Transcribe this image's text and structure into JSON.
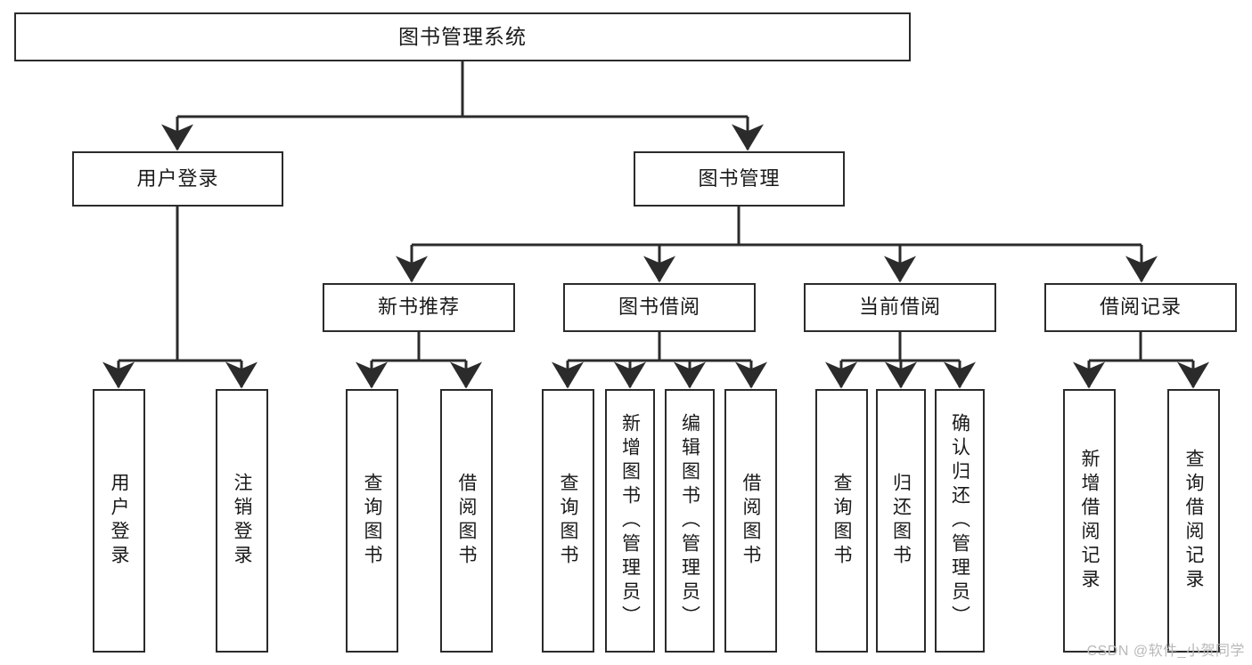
{
  "diagram": {
    "title": "图书管理系统",
    "type": "hierarchy-tree",
    "watermark": "CSDN @软件_小贺同学",
    "colors": {
      "box_border": "#2b2b2b",
      "box_fill": "#ffffff",
      "connector": "#2b2b2b",
      "text": "#1a1a1a",
      "watermark": "#b9b9b9",
      "background": "#ffffff"
    },
    "nodes": {
      "root": {
        "label": "图书管理系统",
        "level": 1
      },
      "level2": [
        {
          "id": "user-login",
          "label": "用户登录"
        },
        {
          "id": "book-management",
          "label": "图书管理"
        }
      ],
      "level3": [
        {
          "id": "new-book-recommend",
          "label": "新书推荐"
        },
        {
          "id": "book-borrow",
          "label": "图书借阅"
        },
        {
          "id": "current-borrow",
          "label": "当前借阅"
        },
        {
          "id": "borrow-record",
          "label": "借阅记录"
        }
      ],
      "leaves": {
        "user-login": [
          {
            "id": "leaf-user-login",
            "label": "用户登录"
          },
          {
            "id": "leaf-user-logout",
            "label": "注销登录"
          }
        ],
        "new-book-recommend": [
          {
            "id": "leaf-query-book-1",
            "label": "查询图书"
          },
          {
            "id": "leaf-borrow-book-1",
            "label": "借阅图书"
          }
        ],
        "book-borrow": [
          {
            "id": "leaf-query-book-2",
            "label": "查询图书"
          },
          {
            "id": "leaf-add-book",
            "label": "新增图书（管理员）"
          },
          {
            "id": "leaf-edit-book",
            "label": "编辑图书（管理员）"
          },
          {
            "id": "leaf-borrow-book-2",
            "label": "借阅图书"
          }
        ],
        "current-borrow": [
          {
            "id": "leaf-query-book-3",
            "label": "查询图书"
          },
          {
            "id": "leaf-return-book",
            "label": "归还图书"
          },
          {
            "id": "leaf-confirm-return",
            "label": "确认归还（管理员）"
          }
        ],
        "borrow-record": [
          {
            "id": "leaf-add-record",
            "label": "新增借阅记录"
          },
          {
            "id": "leaf-query-record",
            "label": "查询借阅记录"
          }
        ]
      }
    }
  }
}
